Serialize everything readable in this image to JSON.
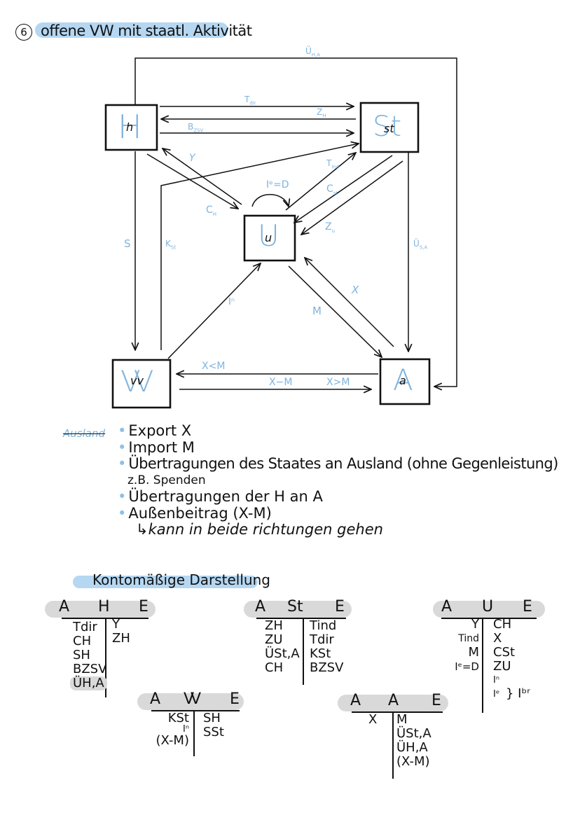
{
  "title": {
    "number": "6",
    "text": "offene VW mit staatl. Aktivität"
  },
  "nodes": {
    "H": {
      "big": "H",
      "small": "h"
    },
    "St": {
      "big": "St",
      "small": "st"
    },
    "U": {
      "big": "U",
      "small": "u"
    },
    "VV": {
      "big": "VV",
      "small": "vv"
    },
    "A": {
      "big": "A",
      "small": "a"
    }
  },
  "flows": {
    "u_ha_top": "Ü",
    "u_ha_top_sub": "H,A",
    "t_dir": "T",
    "t_dir_sub": "dir",
    "z_h": "Z",
    "z_h_sub": "H",
    "b_zsv": "B",
    "b_zsv_sub": "ZSV",
    "y": "Y",
    "t_ind": "T",
    "t_ind_sub": "ind",
    "c_st": "C",
    "c_st_sub": "st",
    "z_u": "Z",
    "z_u_sub": "u",
    "ie_d": "Iᵉ=D",
    "c_h": "C",
    "c_h_sub": "H",
    "s": "S",
    "k_st": "K",
    "k_st_sub": "St",
    "u_sta": "Ü",
    "u_sta_sub": "S,A",
    "x": "X",
    "m": "M",
    "in": "Iⁿ",
    "x_lt_m": "X<M",
    "x_minus_m": "X−M",
    "x_gt_m": "X>M"
  },
  "ausland": {
    "label": "Ausland",
    "items": [
      "Export X",
      "Import M",
      "Übertragungen des Staates an Ausland (ohne Gegenleistung)",
      "Übertragungen der H an A",
      "Außenbeitrag (X-M)"
    ],
    "example": "z.B. Spenden",
    "note": "↳kann in beide richtungen gehen"
  },
  "accounts_heading": "Kontomäßige Darstellung",
  "accounts": {
    "H": {
      "a": "A",
      "name": "H",
      "e": "E",
      "left": [
        "Tdir",
        "CH",
        "SH",
        "BZSV",
        "ÜH,A"
      ],
      "right": [
        "Y",
        "ZH"
      ]
    },
    "St": {
      "a": "A",
      "name": "St",
      "e": "E",
      "left": [
        "ZH",
        "ZU",
        "ÜSt,A",
        "CH"
      ],
      "right": [
        "Tind",
        "Tdir",
        "KSt",
        "BZSV"
      ]
    },
    "U": {
      "a": "A",
      "name": "U",
      "e": "E",
      "left": [
        "Y",
        "Tind",
        "M",
        "Iᵉ=D"
      ],
      "right": [
        "CH",
        "X",
        "CSt",
        "ZU",
        "Iⁿ",
        "Iᵉ"
      ],
      "bracket": "} Iᵇʳ"
    },
    "VV": {
      "a": "A",
      "name": "VV",
      "e": "E",
      "left": [
        "KSt",
        "Iⁿ",
        "(X-M)"
      ],
      "right": [
        "SH",
        "SSt"
      ]
    },
    "A": {
      "a": "A",
      "name": "A",
      "e": "E",
      "left": [
        "X"
      ],
      "right": [
        "M",
        "ÜSt,A",
        "ÜH,A",
        "(X-M)"
      ]
    }
  },
  "colors": {
    "accent": "#b5d7f2",
    "label_blue": "#7fb3dd",
    "account_bar": "#d9d9d9"
  }
}
